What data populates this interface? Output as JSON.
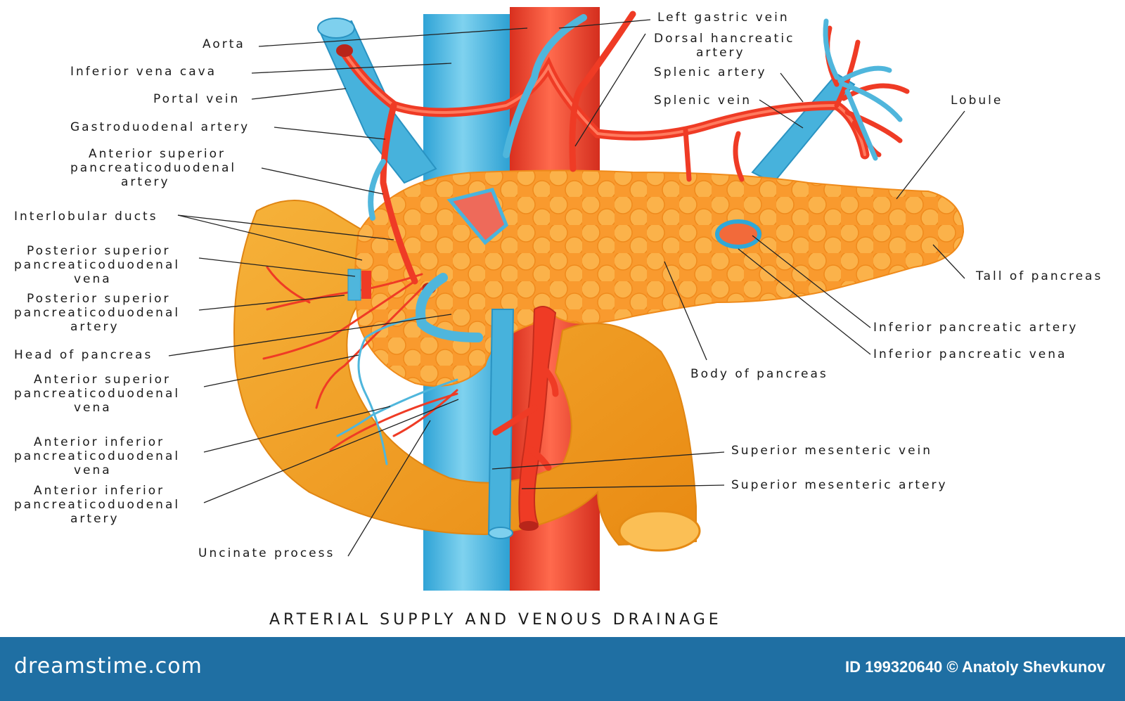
{
  "title": "ARTERIAL SUPPLY AND VENOUS DRAINAGE",
  "labels": {
    "aorta": "Aorta",
    "ivc": "Inferior vena cava",
    "portal_vein": "Portal vein",
    "gastroduodenal_artery": "Gastroduodenal artery",
    "ant_sup_pd_artery": [
      "Anterior superior",
      "pancreaticoduodenal",
      "artery"
    ],
    "interlobular_ducts": "Interlobular ducts",
    "post_sup_pd_vena": [
      "Posterior superior",
      "pancreaticoduodenal",
      "vena"
    ],
    "post_sup_pd_artery": [
      "Posterior superior",
      "pancreaticoduodenal",
      "artery"
    ],
    "head_of_pancreas": "Head of pancreas",
    "ant_sup_pd_vena": [
      "Anterior superior",
      "pancreaticoduodenal",
      "vena"
    ],
    "ant_inf_pd_vena": [
      "Anterior inferior",
      "pancreaticoduodenal",
      "vena"
    ],
    "ant_inf_pd_artery": [
      "Anterior inferior",
      "pancreaticoduodenal",
      "artery"
    ],
    "uncinate_process": "Uncinate process",
    "left_gastric_vein": "Left gastric vein",
    "dorsal_pancreatic_artery": [
      "Dorsal hancreatic",
      "artery"
    ],
    "splenic_artery": "Splenic artery",
    "splenic_vein": "Splenic vein",
    "lobule": "Lobule",
    "tail_of_pancreas": "Tall of pancreas",
    "inferior_pancreatic_artery": "Inferior pancreatic artery",
    "inferior_pancreatic_vena": "Inferior pancreatic vena",
    "body_of_pancreas": "Body of pancreas",
    "superior_mesenteric_vein": "Superior mesenteric vein",
    "superior_mesenteric_artery": "Superior mesenteric artery"
  },
  "footer": {
    "brand": "dreamstime.com",
    "credit": "ID 199320640 © Anatoly Shevkunov"
  },
  "colors": {
    "vein": "#4fb6dc",
    "artery": "#f2412b",
    "pancreas": "#f79a2b",
    "duodenum": "#f2a02a",
    "footer": "#1f6fa3"
  }
}
